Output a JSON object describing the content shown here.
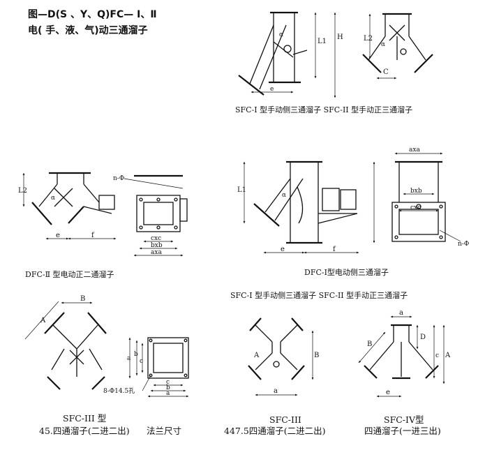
{
  "title": {
    "line1": "图—D(S 、Y、Q)FC—  Ⅰ、Ⅱ",
    "line2": "电(  手、液、气)动三通溜子"
  },
  "captions": {
    "top_right": "SFC-I 型手动侧三通溜子   SFC-II 型手动正三通溜子",
    "mid_left": "DFC-Ⅱ 型电动正二通溜子",
    "mid_right": "DFC-Ⅰ型电动侧三通溜子",
    "mid_bottom": "SFC-I 型手动侧三通溜子   SFC-II 型手动正三通溜子",
    "sfc3_model": "SFC-III 型",
    "sfc3_desc": "45.四通溜子(二进二出)",
    "flange": "法兰尺寸",
    "sfc3b_model": "SFC-III",
    "sfc3b_desc": "447.5四通溜子(二进二出)",
    "sfc4_model": "SFC-IV型",
    "sfc4_desc": "四通溜子(一进三出)"
  },
  "dims": {
    "L1": "L1",
    "H": "H",
    "L2": "L2",
    "e": "e",
    "f": "f",
    "c": "C",
    "a": "a",
    "b": "b",
    "cc": "c",
    "axa": "axa",
    "bxb": "bxb",
    "cxc": "cxc",
    "n_phi": "n-Φ",
    "holes": "8-Φ14.5孔",
    "A": "A",
    "B": "B",
    "D": "D",
    "alpha": "α"
  }
}
